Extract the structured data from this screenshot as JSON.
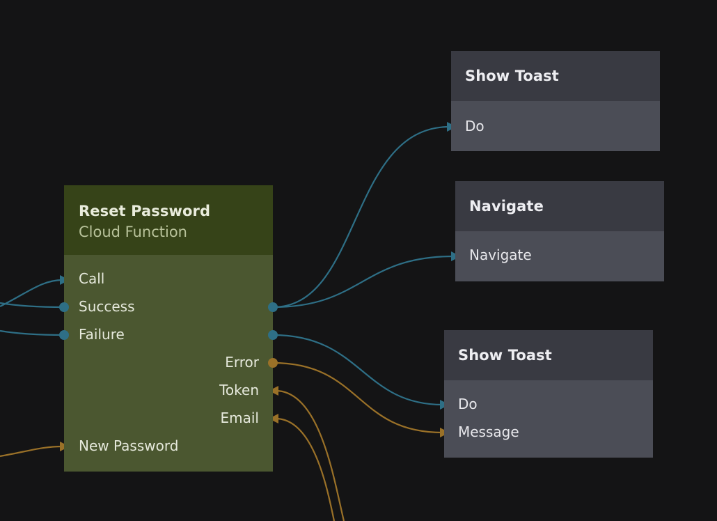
{
  "colors": {
    "canvas": "#141415",
    "signal_wire": "#2e6f86",
    "data_wire": "#9a7128",
    "function_node_header": "#364318",
    "function_node_body": "#4b5730",
    "ui_node_header": "#393a42",
    "ui_node_body": "#4b4d56"
  },
  "nodes": {
    "reset_password": {
      "title": "Reset Password",
      "subtitle": "Cloud Function",
      "inputs": {
        "call": "Call",
        "new_password": "New Password"
      },
      "outputs": {
        "success": "Success",
        "failure": "Failure",
        "error": "Error",
        "token": "Token",
        "email": "Email"
      }
    },
    "show_toast_1": {
      "title": "Show Toast",
      "inputs": {
        "do": "Do"
      }
    },
    "navigate": {
      "title": "Navigate",
      "inputs": {
        "navigate": "Navigate"
      }
    },
    "show_toast_2": {
      "title": "Show Toast",
      "inputs": {
        "do": "Do",
        "message": "Message"
      }
    }
  }
}
